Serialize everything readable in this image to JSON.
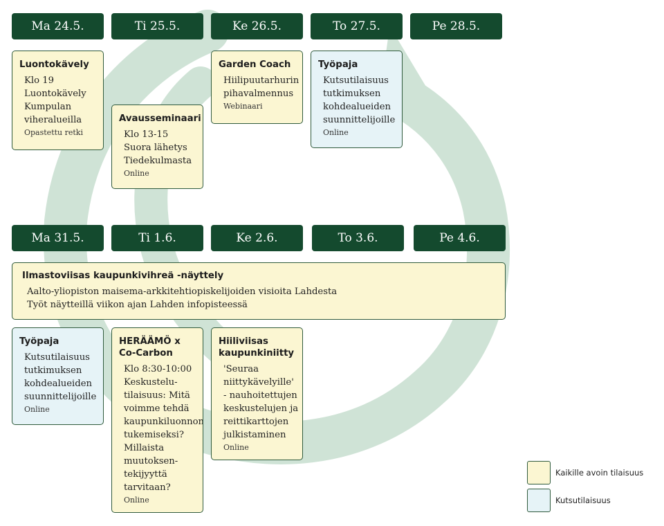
{
  "colors": {
    "header": "#144a2e",
    "open_event": "#fbf6d2",
    "invite_event": "#e6f3f7",
    "watermark": "#cfe3d6"
  },
  "week1": {
    "days": [
      "Ma 24.5.",
      "Ti 25.5.",
      "Ke 26.5.",
      "To 27.5.",
      "Pe 28.5."
    ],
    "events": [
      {
        "title": "Luontokävely",
        "lines": [
          "Klo 19",
          "Luontokävely",
          "Kumpulan",
          "viheralueilla"
        ],
        "note": "Opastettu retki",
        "kind": "open"
      },
      {
        "title": "Avausseminaari",
        "lines": [
          "Klo 13-15",
          "Suora lähetys",
          "Tiedekulmasta"
        ],
        "note": "Online",
        "kind": "open"
      },
      {
        "title": "Garden Coach",
        "lines": [
          "Hiilipuutarhurin",
          "pihavalmennus"
        ],
        "note": "Webinaari",
        "kind": "open"
      },
      {
        "title": "Työpaja",
        "lines": [
          "Kutsutilaisuus",
          "tutkimuksen",
          "kohdealueiden",
          "suunnittelijoille"
        ],
        "note": "Online",
        "kind": "invite"
      }
    ]
  },
  "week2": {
    "days": [
      "Ma 31.5.",
      "Ti 1.6.",
      "Ke 2.6.",
      "To 3.6.",
      "Pe 4.6."
    ],
    "exhibition": {
      "title": "Ilmastoviisas kaupunkivihreä -näyttely",
      "lines": [
        "Aalto-yliopiston maisema-arkkitehtiopiskelijoiden visioita Lahdesta",
        "Työt näytteillä viikon ajan Lahden infopisteessä"
      ]
    },
    "events": [
      {
        "title": "Työpaja",
        "lines": [
          "Kutsutilaisuus",
          "tutkimuksen",
          "kohdealueiden",
          "suunnittelijoille"
        ],
        "note": "Online",
        "kind": "invite"
      },
      {
        "title": "HERÄÄMÖ x Co-Carbon",
        "lines": [
          "Klo 8:30-10:00",
          "Keskustelu-",
          "tilaisuus: Mitä",
          "voimme tehdä",
          "kaupunkiluonnon",
          "tukemiseksi?",
          "Millaista",
          "muutoksen-",
          "tekijyyttä",
          "tarvitaan?"
        ],
        "note": "Online",
        "kind": "open"
      },
      {
        "title": "Hiiliviisas kaupunkiniitty",
        "lines": [
          "'Seuraa",
          "niittykävelyille'",
          "- nauhoitettujen",
          "keskustelujen ja",
          "reittikarttojen",
          "julkistaminen"
        ],
        "note": "Online",
        "kind": "open"
      }
    ]
  },
  "legend": {
    "open": "Kaikille avoin tilaisuus",
    "invite": "Kutsutilaisuus"
  }
}
